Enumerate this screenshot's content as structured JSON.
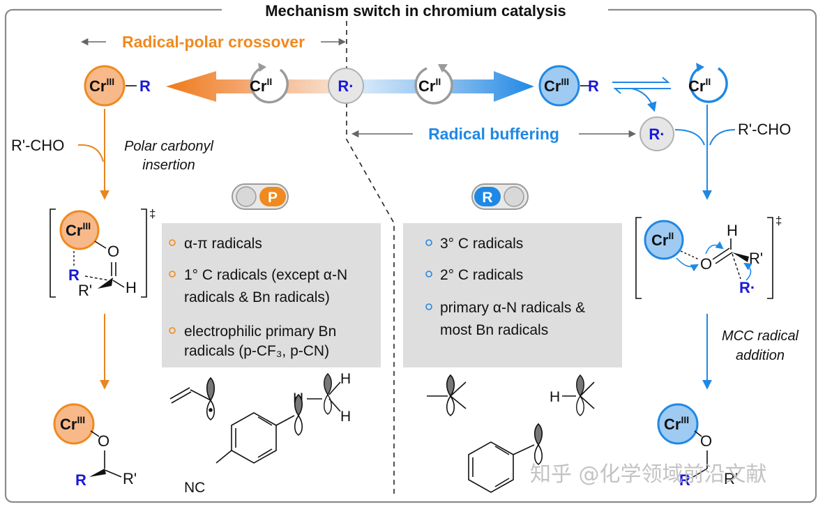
{
  "title": "Mechanism switch in chromium catalysis",
  "left": {
    "banner": "Radical-polar crossover",
    "reagent": "R'-CHO",
    "step_label": [
      "Polar carbonyl",
      "insertion"
    ],
    "toggle_letter": "P",
    "list": [
      [
        "α-π radicals"
      ],
      [
        "1° C radicals (except α-N",
        "radicals & Bn radicals)"
      ],
      [
        "electrophilic primary Bn",
        "radicals (p-CF₃, p-CN)"
      ]
    ]
  },
  "right": {
    "banner": "Radical buffering",
    "reagent": "R'-CHO",
    "step_label": [
      "MCC radical",
      "addition"
    ],
    "toggle_letter": "R",
    "list": [
      [
        "3° C radicals"
      ],
      [
        "2° C radicals"
      ],
      [
        "primary α-N radicals &",
        "most Bn radicals"
      ]
    ]
  },
  "species": {
    "cr3": "Cr",
    "cr3_ox": "III",
    "cr2": "Cr",
    "cr2_ox": "II",
    "r_group": "R",
    "radical": "R·",
    "r_prime": "R'",
    "o": "O",
    "h": "H",
    "nc": "NC",
    "dagger": "‡"
  },
  "watermark": "知乎 @化学领域前沿文献",
  "colors": {
    "orange": "#ee8a1f",
    "orange_fill": "#f8b98a",
    "blue": "#1f88e5",
    "blue_fill": "#9fcbf2",
    "gray_box": "#dedede",
    "frame": "#888888",
    "r_blue": "#1a1ad6"
  }
}
